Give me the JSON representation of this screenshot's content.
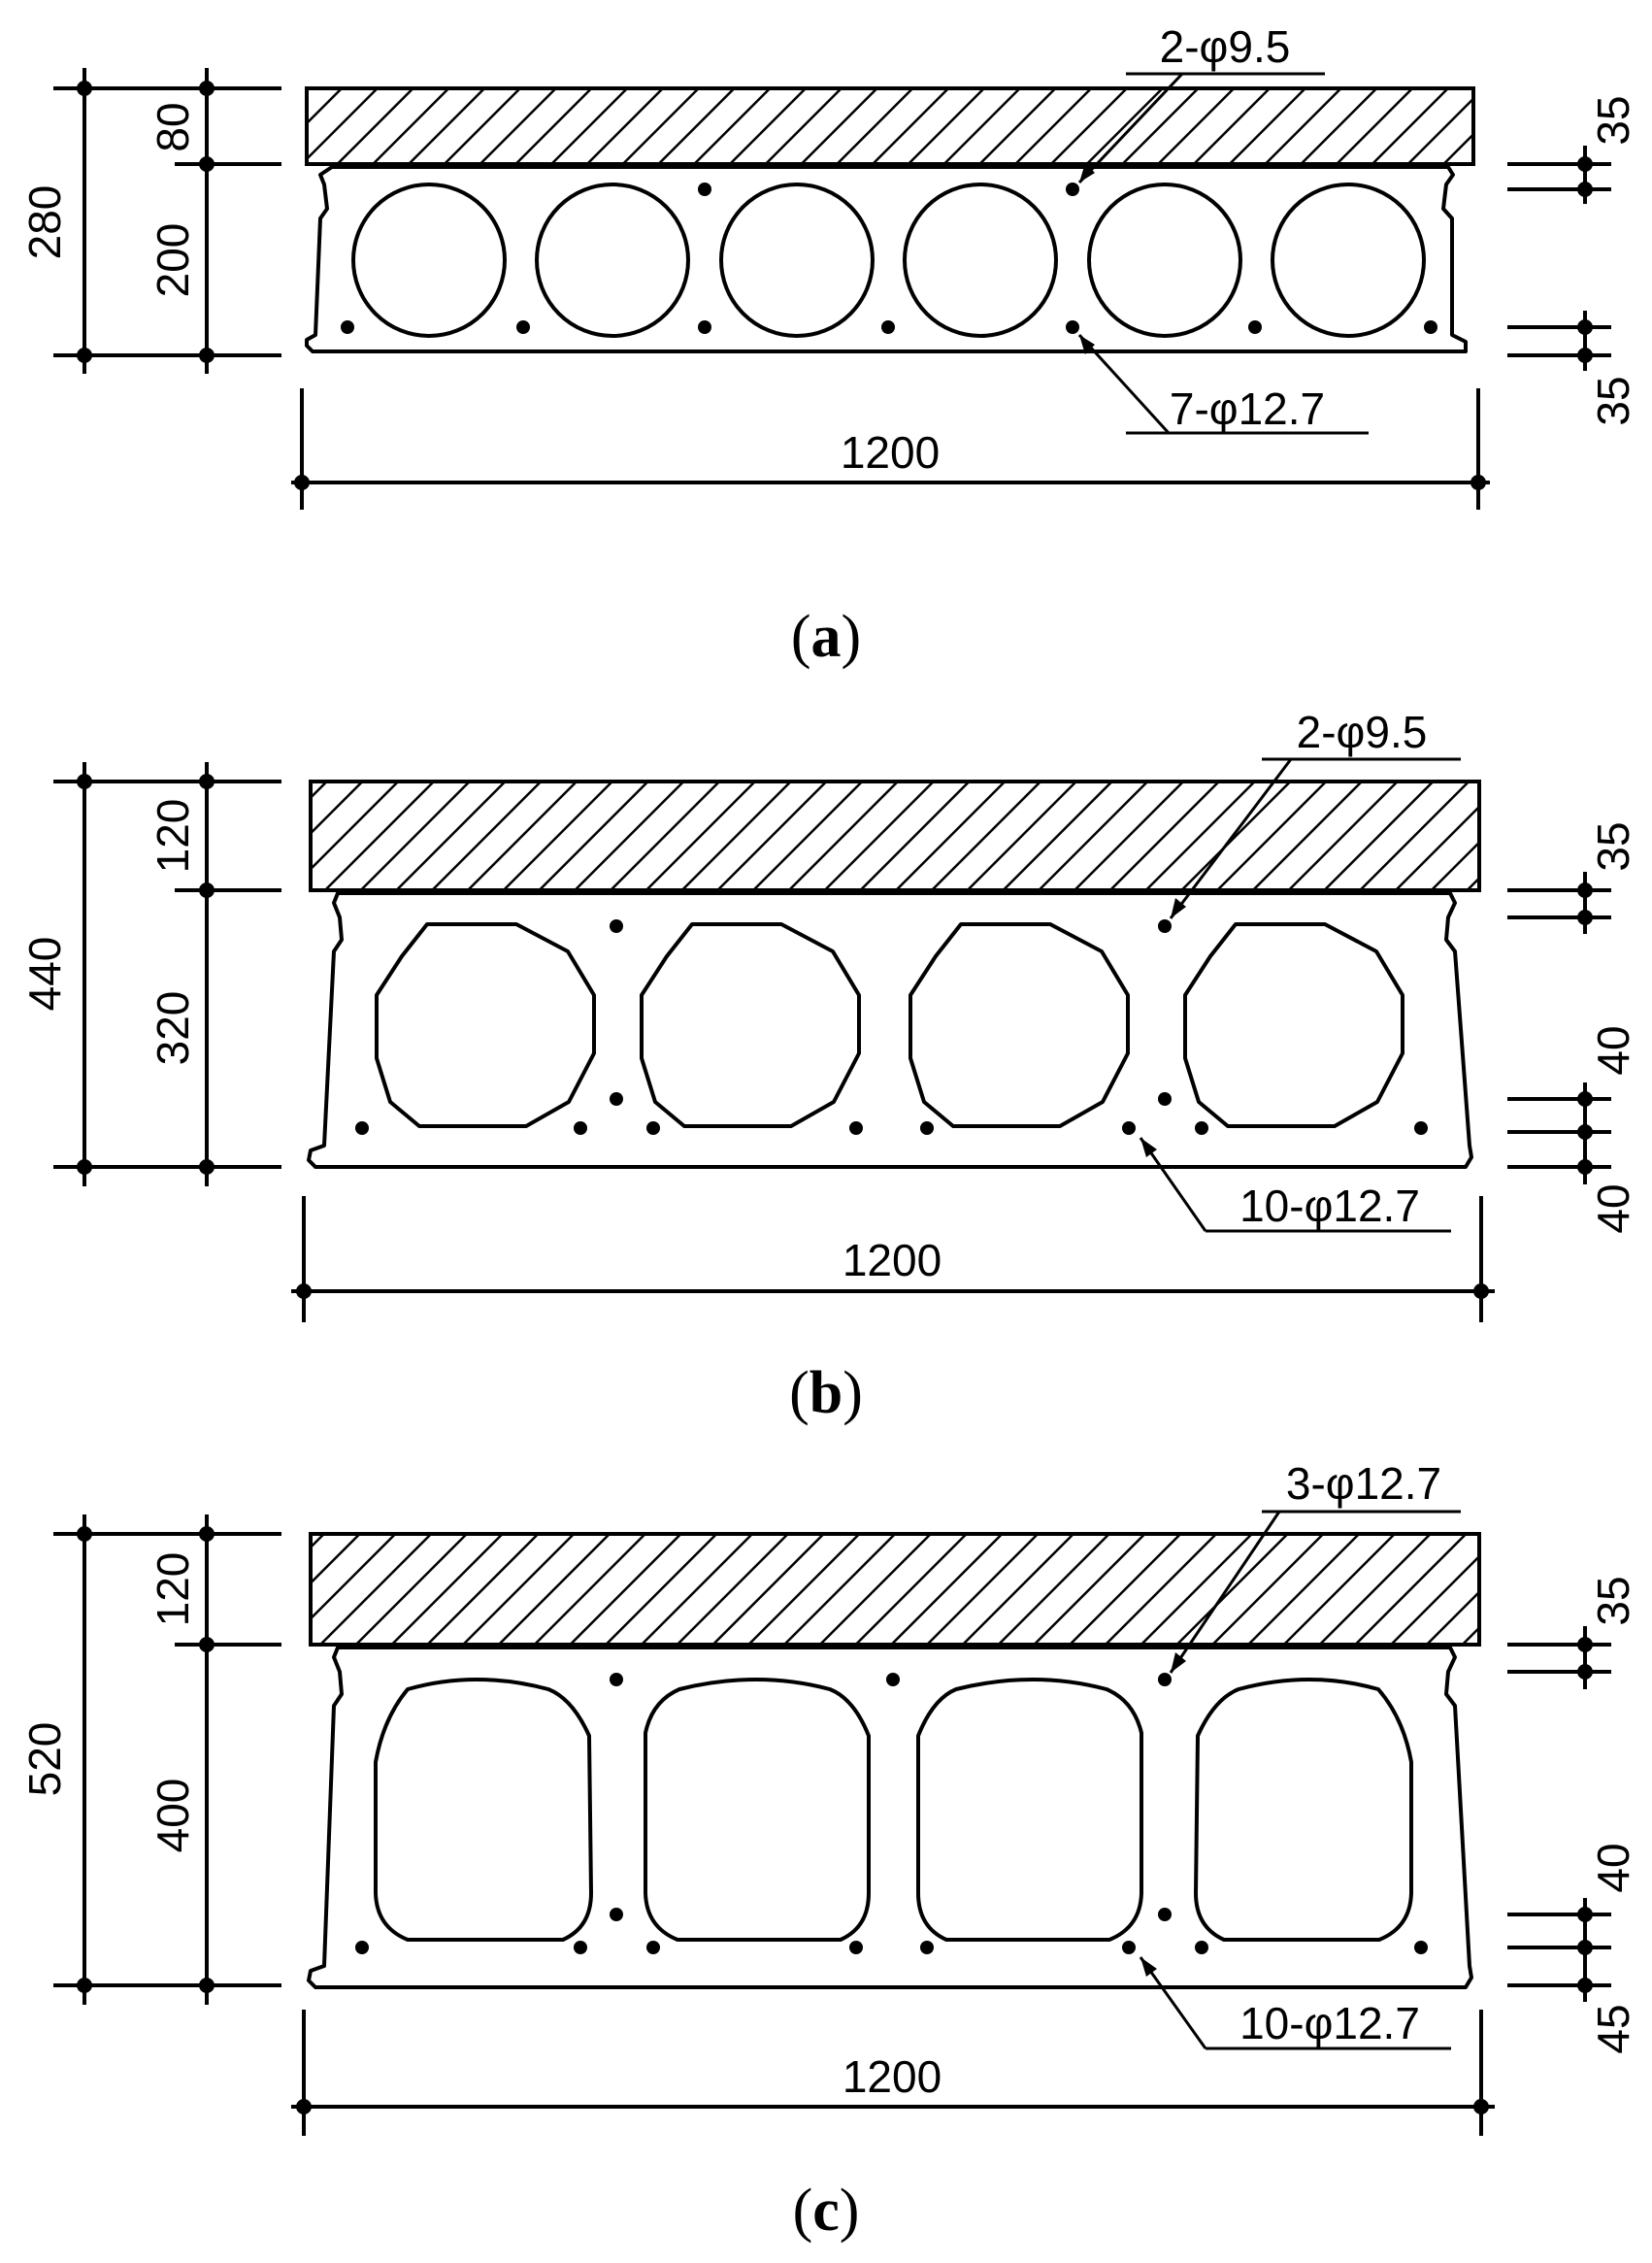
{
  "panels": [
    {
      "id": "a",
      "caption_letter": "a",
      "dims": {
        "total_depth": "280",
        "topping": "80",
        "slab_depth": "200",
        "width": "1200",
        "cover_top": "35",
        "cover_bottom": "35"
      },
      "rebar_top": "2-φ9.5",
      "rebar_bottom": "7-φ12.7",
      "cores": {
        "count": 6,
        "shape": "circle"
      }
    },
    {
      "id": "b",
      "caption_letter": "b",
      "dims": {
        "total_depth": "440",
        "topping": "120",
        "slab_depth": "320",
        "width": "1200",
        "cover_top": "35",
        "row_spacing": "40",
        "cover_bottom": "40"
      },
      "rebar_top": "2-φ9.5",
      "rebar_bottom": "10-φ12.7",
      "cores": {
        "count": 4,
        "shape": "octagon"
      }
    },
    {
      "id": "c",
      "caption_letter": "c",
      "dims": {
        "total_depth": "520",
        "topping": "120",
        "slab_depth": "400",
        "width": "1200",
        "cover_top": "35",
        "row_spacing": "40",
        "cover_bottom": "45"
      },
      "rebar_top": "3-φ12.7",
      "rebar_bottom": "10-φ12.7",
      "cores": {
        "count": 4,
        "shape": "rounded-rect"
      }
    }
  ],
  "colors": {
    "line": "#000000",
    "hatch_bg": "#ffffff"
  }
}
